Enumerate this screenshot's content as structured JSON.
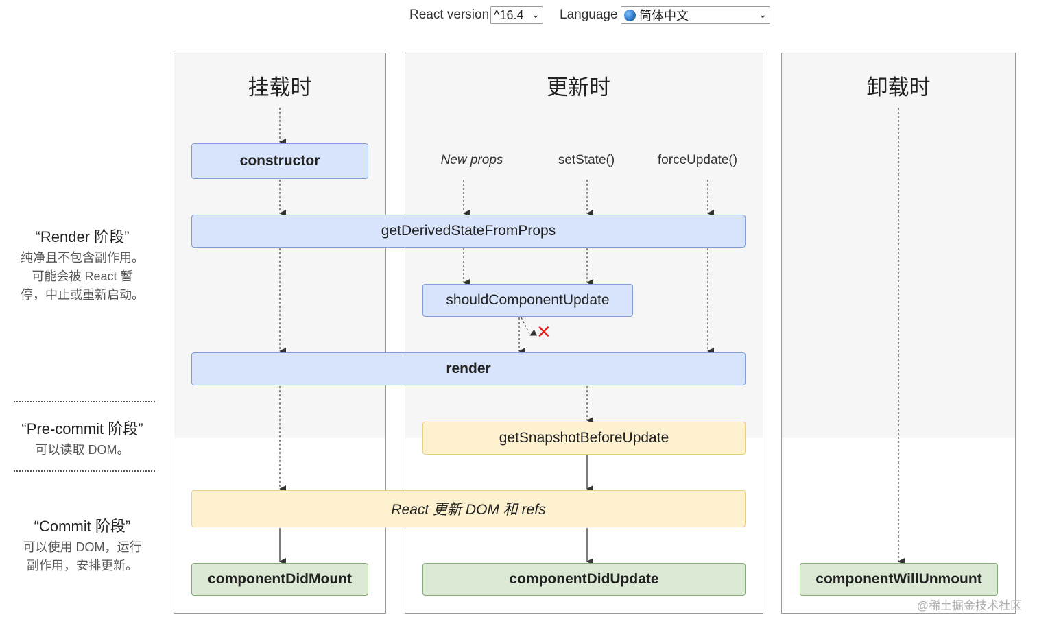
{
  "controls": {
    "react_version_label": "React version",
    "react_version_value": "^16.4",
    "language_label": "Language",
    "language_value": "简体中文"
  },
  "columns": {
    "mount": "挂载时",
    "update": "更新时",
    "unmount": "卸载时"
  },
  "phases": {
    "render": {
      "title": "“Render 阶段”",
      "desc": [
        "纯净且不包含副作用。",
        "可能会被 React 暂",
        "停，中止或重新启动。"
      ]
    },
    "precommit": {
      "title": "“Pre-commit 阶段”",
      "desc": [
        "可以读取 DOM。"
      ]
    },
    "commit": {
      "title": "“Commit 阶段”",
      "desc": [
        "可以使用 DOM，运行",
        "副作用，安排更新。"
      ]
    }
  },
  "triggers": {
    "new_props": "New props",
    "set_state": "setState()",
    "force_update": "forceUpdate()"
  },
  "methods": {
    "constructor": "constructor",
    "get_derived_state": "getDerivedStateFromProps",
    "should_update": "shouldComponentUpdate",
    "render": "render",
    "get_snapshot": "getSnapshotBeforeUpdate",
    "react_updates_dom": "React 更新 DOM 和 refs",
    "did_mount": "componentDidMount",
    "did_update": "componentDidUpdate",
    "will_unmount": "componentWillUnmount"
  },
  "cancel_mark": "✕",
  "watermark": "@稀土掘金技术社区",
  "colors": {
    "blue_box": "#d7e4fb",
    "yellow_box": "#fdf1cf",
    "green_box": "#dbe9d5",
    "cancel": "#e0201f"
  }
}
